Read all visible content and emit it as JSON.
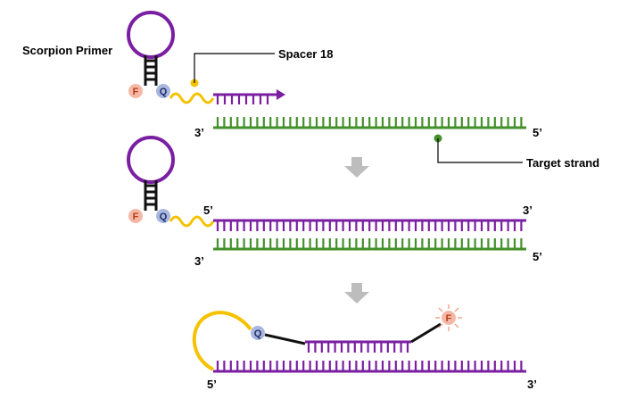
{
  "labels": {
    "scorpion_primer": "Scorpion Primer",
    "spacer": "Spacer 18",
    "target_strand": "Target strand"
  },
  "fluor": "F",
  "quencher": "Q",
  "ends": {
    "s1_left": "3’",
    "s1_right": "5’",
    "s2_top_left": "5’",
    "s2_top_right": "3’",
    "s2_bot_left": "3’",
    "s2_bot_right": "5’",
    "s3_left": "5’",
    "s3_right": "3’"
  },
  "colors": {
    "purple": "#7b1fa2",
    "green": "#43902a",
    "yellow": "#f5c200",
    "fluor_fill": "#f6b8a6",
    "quencher_fill": "#a9b7df",
    "arrow": "#bdbdbd",
    "stem": "#111111"
  },
  "icons": [
    "down-arrow-icon",
    "glow-burst-icon"
  ]
}
